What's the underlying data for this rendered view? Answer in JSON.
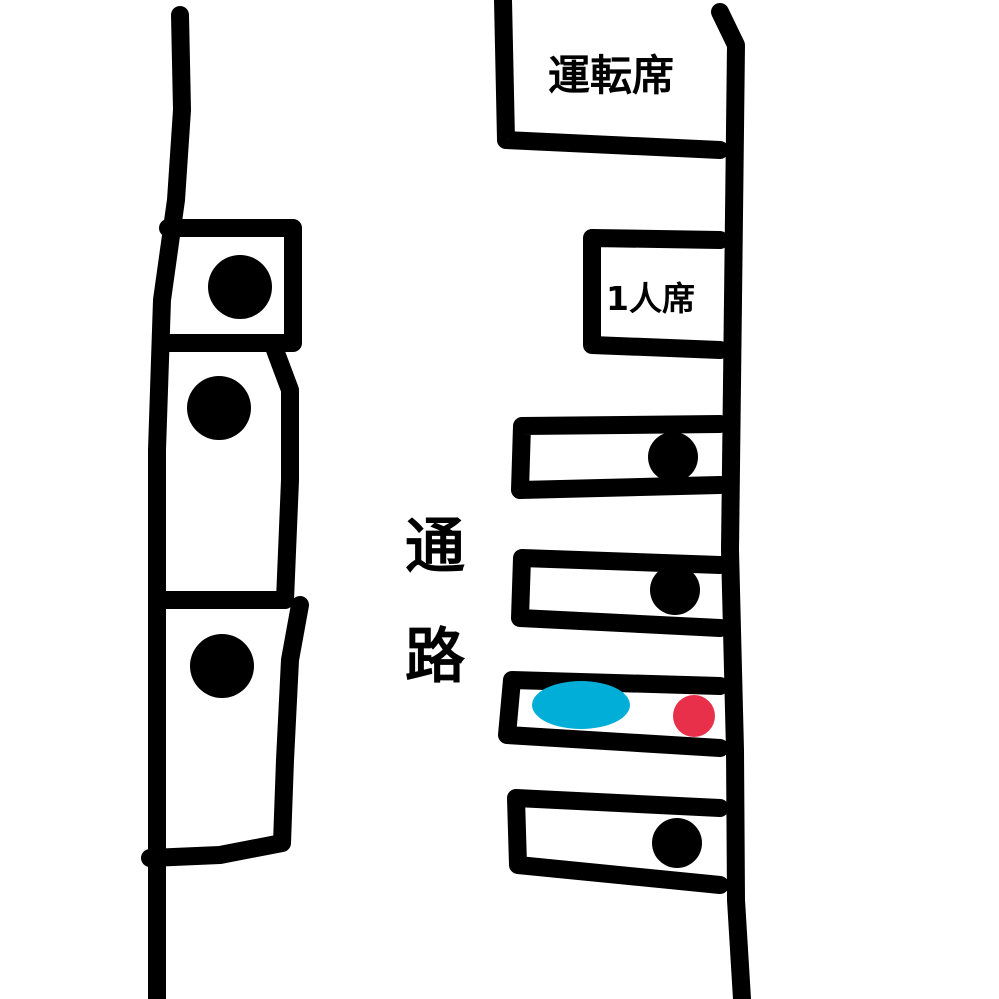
{
  "labels": {
    "driver_seat": "運転席",
    "single_seat": "1人席",
    "aisle_1": "通",
    "aisle_2": "路"
  },
  "colors": {
    "line": "#000000",
    "marker_blue": "#00AED8",
    "marker_red": "#E8304A",
    "background": "#FFFFFF"
  }
}
